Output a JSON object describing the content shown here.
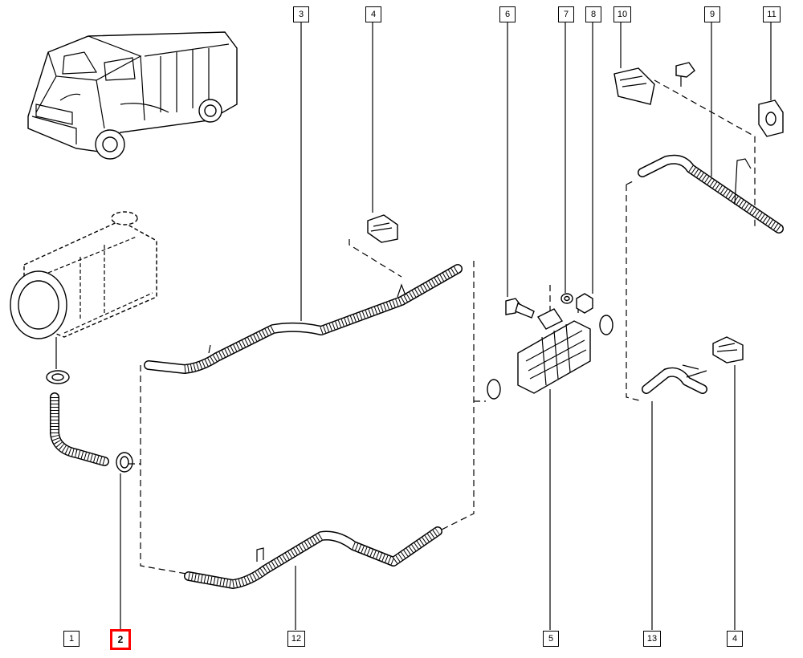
{
  "labels": {
    "l1": "1",
    "l2": "2",
    "l3": "3",
    "l4a": "4",
    "l4b": "4",
    "l5": "5",
    "l6": "6",
    "l7": "7",
    "l8": "8",
    "l9": "9",
    "l10": "10",
    "l11": "11",
    "l12": "12",
    "l13": "13"
  },
  "highlight_label": "2",
  "highlight_color": "#ff0000"
}
